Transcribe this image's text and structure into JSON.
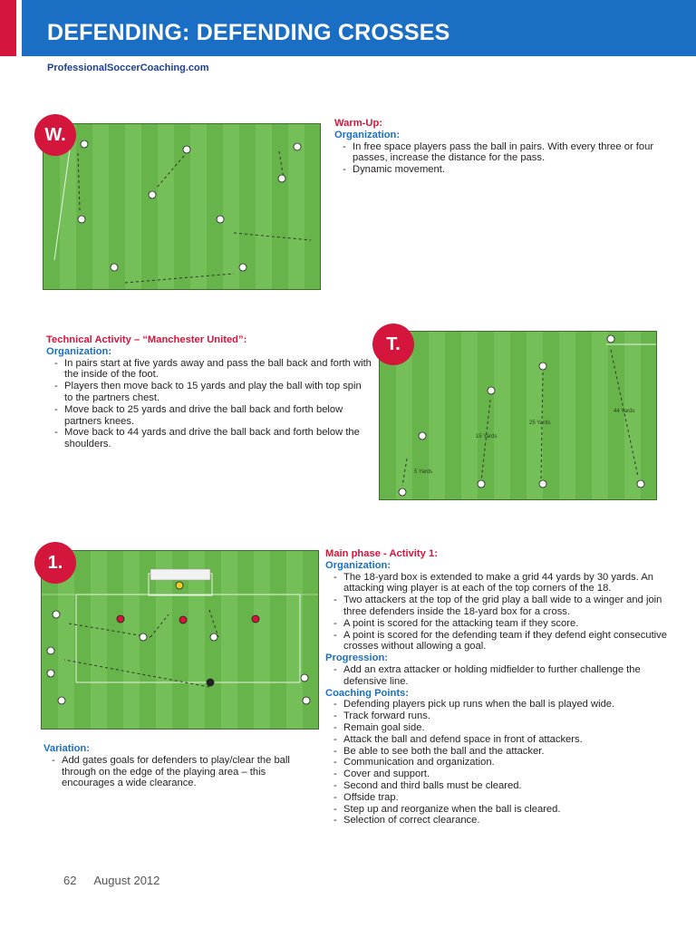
{
  "header": {
    "title": "DEFENDING: DEFENDING CROSSES",
    "site": "ProfessionalSoccerCoaching.com"
  },
  "warmup": {
    "badge": "W.",
    "heading": "Warm-Up:",
    "org_heading": "Organization:",
    "bullets": [
      "In free space players pass the ball in pairs. With every three or four passes, increase the distance for the pass.",
      "Dynamic movement."
    ]
  },
  "technical": {
    "badge": "T.",
    "heading": "Technical Activity – “Manchester United”:",
    "org_heading": "Organization:",
    "bullets": [
      "In pairs start at five yards away and pass the ball back and forth with the inside of the foot.",
      "Players then move back to 15 yards and play the ball with top spin to the partners chest.",
      "Move back to 25 yards and drive the ball back and forth below partners knees.",
      "Move back to 44 yards and drive the ball back and forth below the shoulders."
    ],
    "diagram_labels": [
      "5 Yards",
      "15 Yards",
      "25 Yards",
      "44 Yards"
    ]
  },
  "main": {
    "badge": "1.",
    "heading": "Main phase - Activity 1:",
    "org_heading": "Organization:",
    "org_bullets": [
      "The 18-yard box is extended to make a grid 44 yards by 30 yards. An attacking wing player is at each of the top corners of the 18.",
      "Two attackers at the top of the grid play a ball wide to a winger and join three defenders inside the 18-yard box for a cross.",
      "A point is scored for the attacking team if they score.",
      "A point is scored for the defending team if they defend eight consecutive crosses without allowing a goal."
    ],
    "progression_heading": "Progression:",
    "progression_bullets": [
      "Add an extra attacker or holding midfielder to further challenge the defensive line."
    ],
    "coaching_heading": "Coaching Points:",
    "coaching_bullets": [
      "Defending players pick up runs when the ball is played wide.",
      "Track forward runs.",
      "Remain goal side.",
      "Attack the ball and defend space in front of attackers.",
      "Be able to see both the ball and the attacker.",
      "Communication and organization.",
      "Cover and support.",
      "Second and third balls must be cleared.",
      "Offside trap.",
      "Step up and reorganize when the ball is cleared.",
      "Selection of correct clearance."
    ],
    "variation_heading": "Variation:",
    "variation_bullets": [
      "Add gates goals for defenders to play/clear the ball through on the edge of the playing area – this encourages a wide clearance."
    ]
  },
  "footer": {
    "page_number": "62",
    "issue": "August 2012"
  },
  "colors": {
    "header_blue": "#1a6fc4",
    "accent_red": "#d4153c",
    "pitch_green": "#6cb84f"
  }
}
